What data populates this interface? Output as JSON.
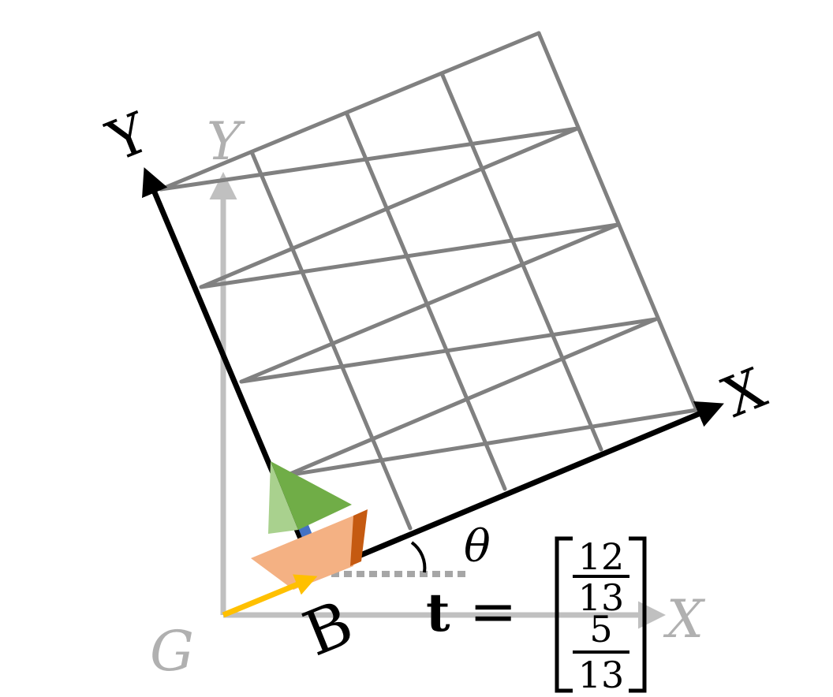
{
  "diagram": {
    "grid": {
      "rows": 4,
      "cols": 4
    },
    "rotation_label": "θ",
    "global_frame": {
      "origin_label": "G",
      "x_label": "X",
      "y_label": "Y"
    },
    "body_frame": {
      "origin_label": "B",
      "x_label": "X",
      "y_label": "Y"
    },
    "translation": {
      "symbol": "t",
      "equals": "=",
      "x_num": "12",
      "x_den": "13",
      "y_num": "5",
      "y_den": "13"
    },
    "colors": {
      "grid": "#808080",
      "global_axes": "#c0c0c0",
      "global_labels": "#b0b0b0",
      "body_axes": "#000000",
      "translation_arrow": "#ffc000",
      "dotted_reference": "#a6a6a6",
      "hull": "#f4b183",
      "hull_stern": "#c55a11",
      "sail_dark": "#70ad47",
      "sail_light": "#a9d18e",
      "mast": "#4472c4"
    }
  }
}
